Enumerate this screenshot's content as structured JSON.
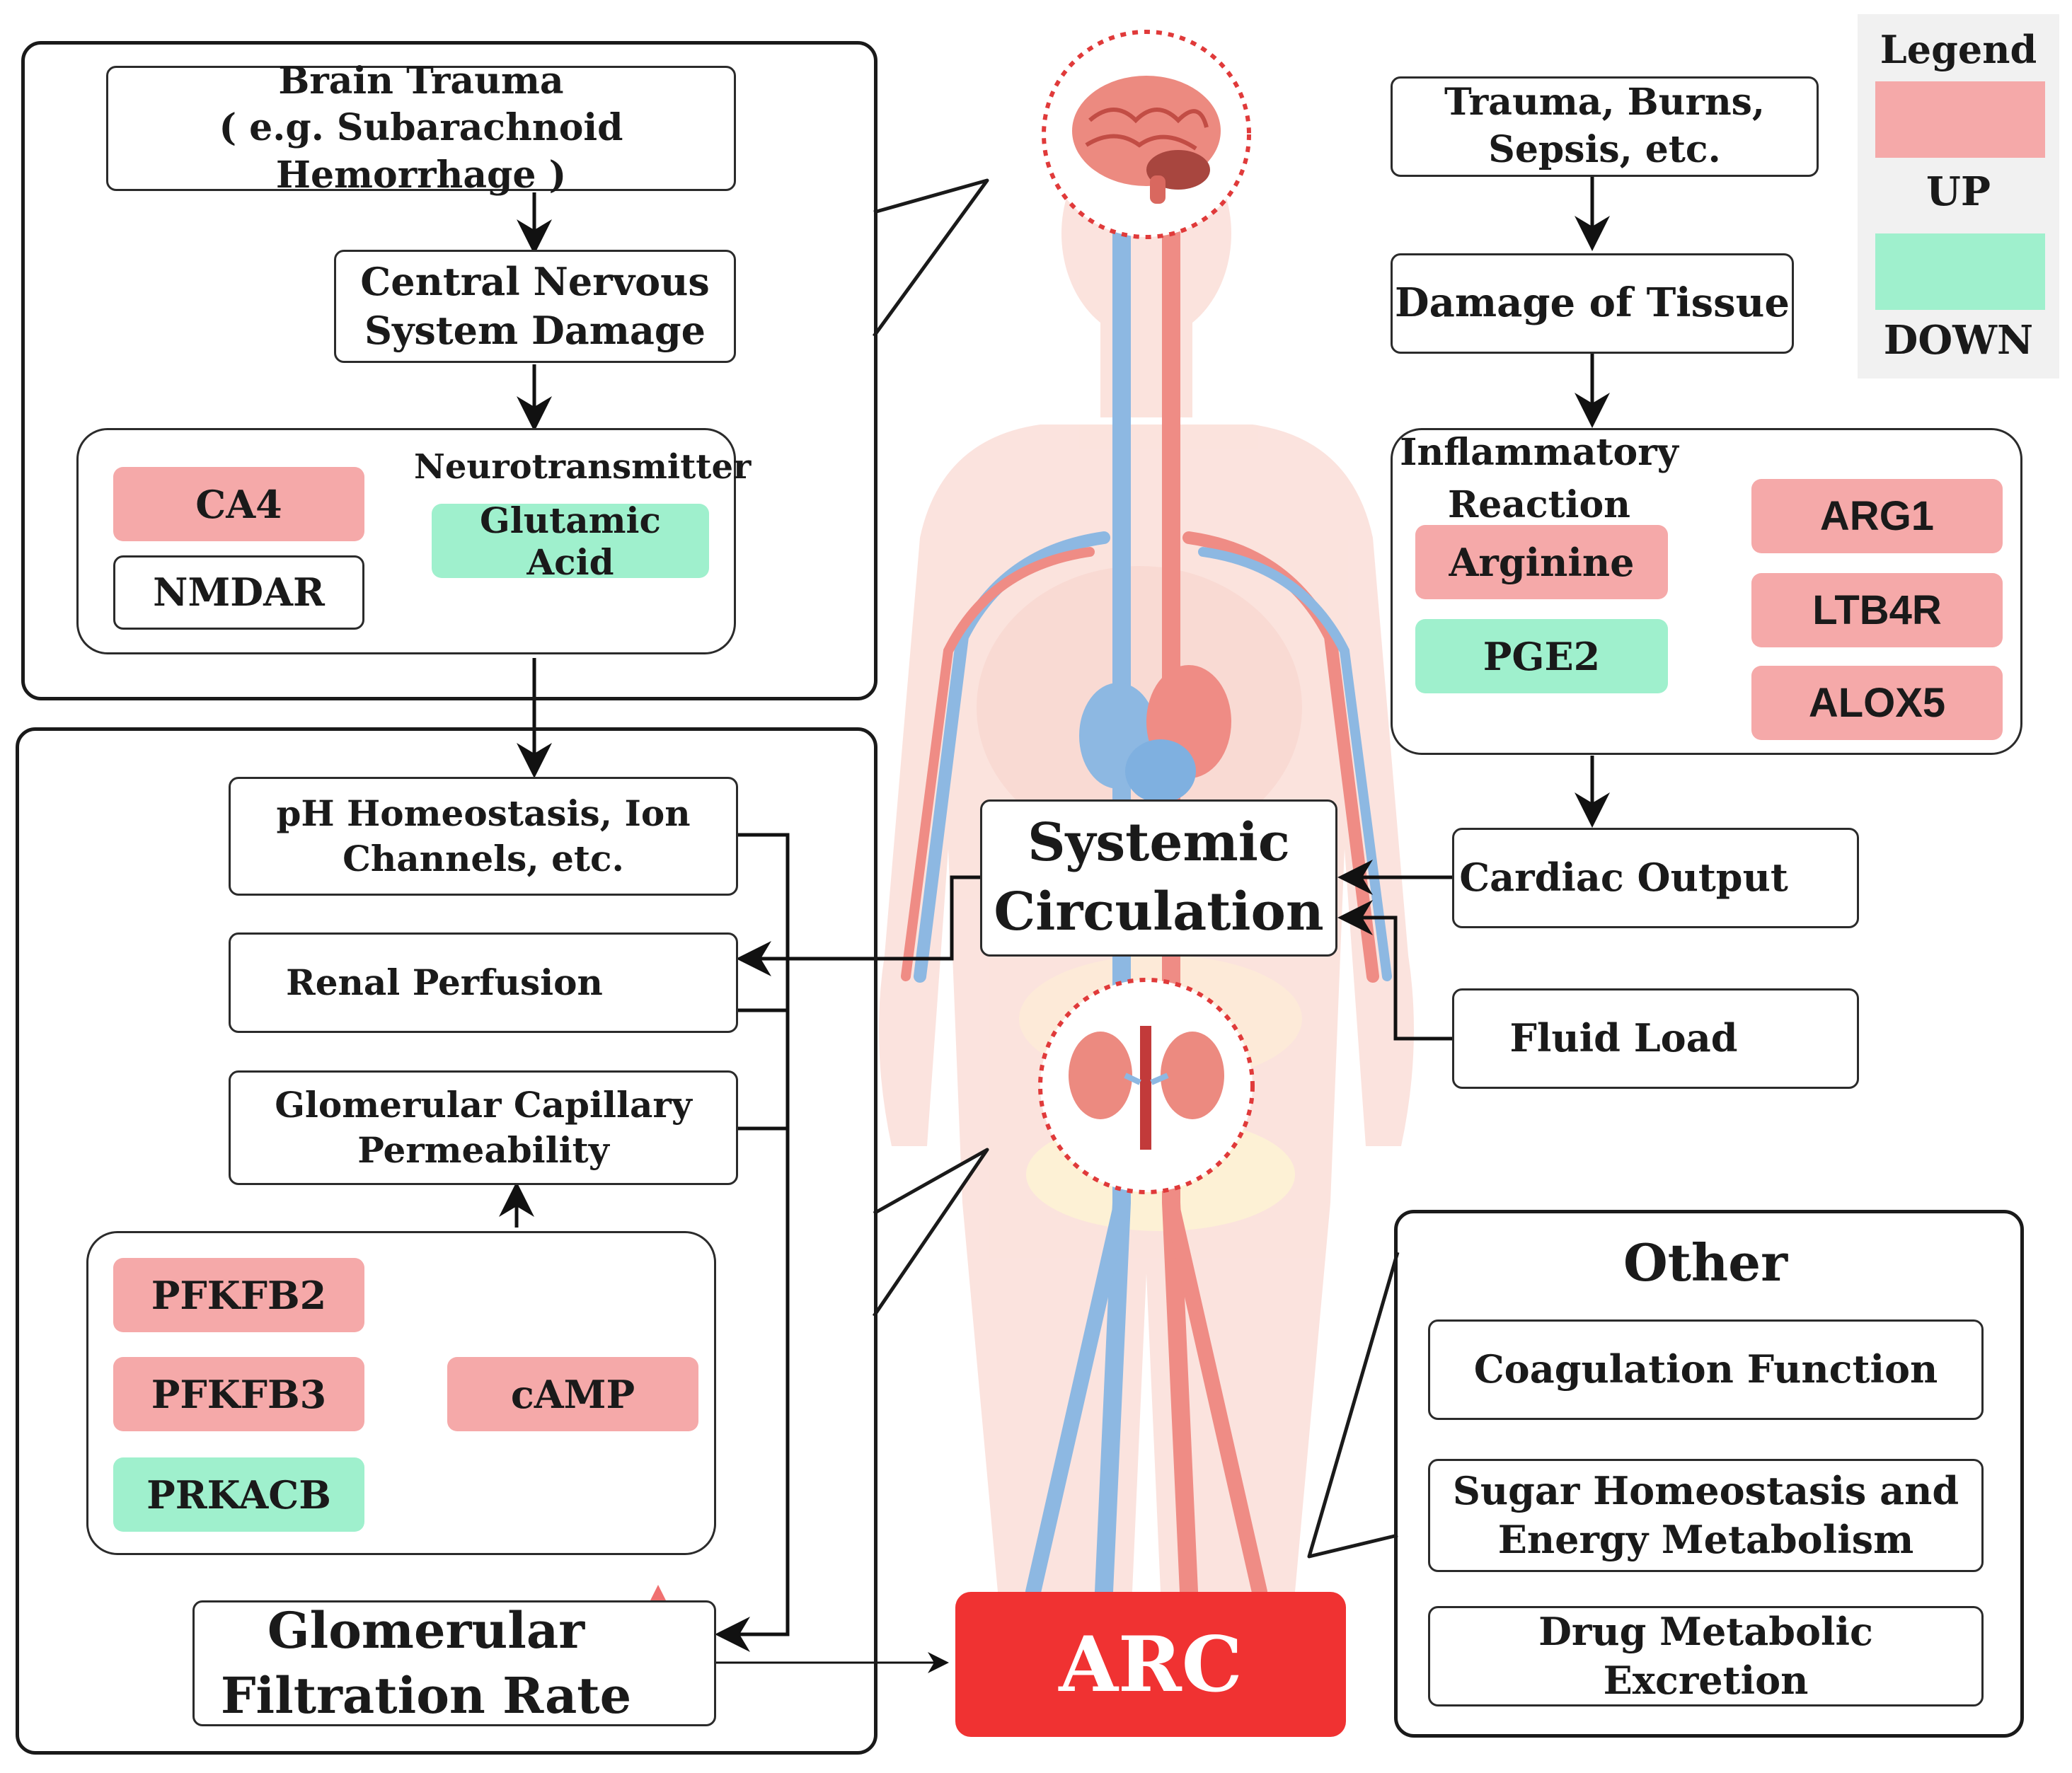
{
  "legend": {
    "title": "Legend",
    "up_label": "UP",
    "down_label": "DOWN",
    "up_color": "#f5a9a9",
    "down_color": "#9ff0cd"
  },
  "brain_panel": {
    "brain_trauma": "Brain Trauma\n( e.g. Subarachnoid Hemorrhage )",
    "cns_damage": "Central Nervous\nSystem Damage",
    "neurotransmitter_label": "Neurotransmitter",
    "ca4": "CA4",
    "nmdar": "NMDAR",
    "glutamic_acid": "Glutamic Acid"
  },
  "kidney_panel": {
    "ph_homeostasis": "pH Homeostasis, Ion\nChannels, etc.",
    "renal_perfusion": "Renal Perfusion",
    "glomerular_permeability": "Glomerular Capillary\nPermeability",
    "pfkfb2": "PFKFB2",
    "pfkfb3": "PFKFB3",
    "prkacb": "PRKACB",
    "camp": "cAMP",
    "gfr": "Glomerular\nFiltration Rate"
  },
  "trauma_chain": {
    "trauma_burns_sepsis": "Trauma, Burns,\nSepsis, etc.",
    "damage_of_tissue": "Damage of Tissue",
    "inflammatory_reaction": "Inflammatory\nReaction",
    "arginine": "Arginine",
    "pge2": "PGE2",
    "arg1": "ARG1",
    "ltb4r": "LTB4R",
    "alox5": "ALOX5"
  },
  "circulation": {
    "systemic_circulation": "Systemic\nCirculation",
    "cardiac_output": "Cardiac Output",
    "fluid_load": "Fluid Load"
  },
  "other_panel": {
    "title": "Other",
    "coagulation": "Coagulation Function",
    "sugar_homeostasis": "Sugar Homeostasis and\nEnergy Metabolism",
    "drug_excretion": "Drug Metabolic Excretion"
  },
  "outcome": {
    "arc": "ARC",
    "arc_color": "#f03232"
  },
  "icons": {
    "up_arrow": "red-up-arrow-icon",
    "brain": "brain-icon",
    "kidney": "kidneys-icon",
    "body": "human-body-circulatory-icon"
  },
  "colors": {
    "artery": "#ef8c85",
    "vein": "#8db8e2",
    "skin": "#fbe2dc",
    "up_arrow": "#f07070"
  }
}
